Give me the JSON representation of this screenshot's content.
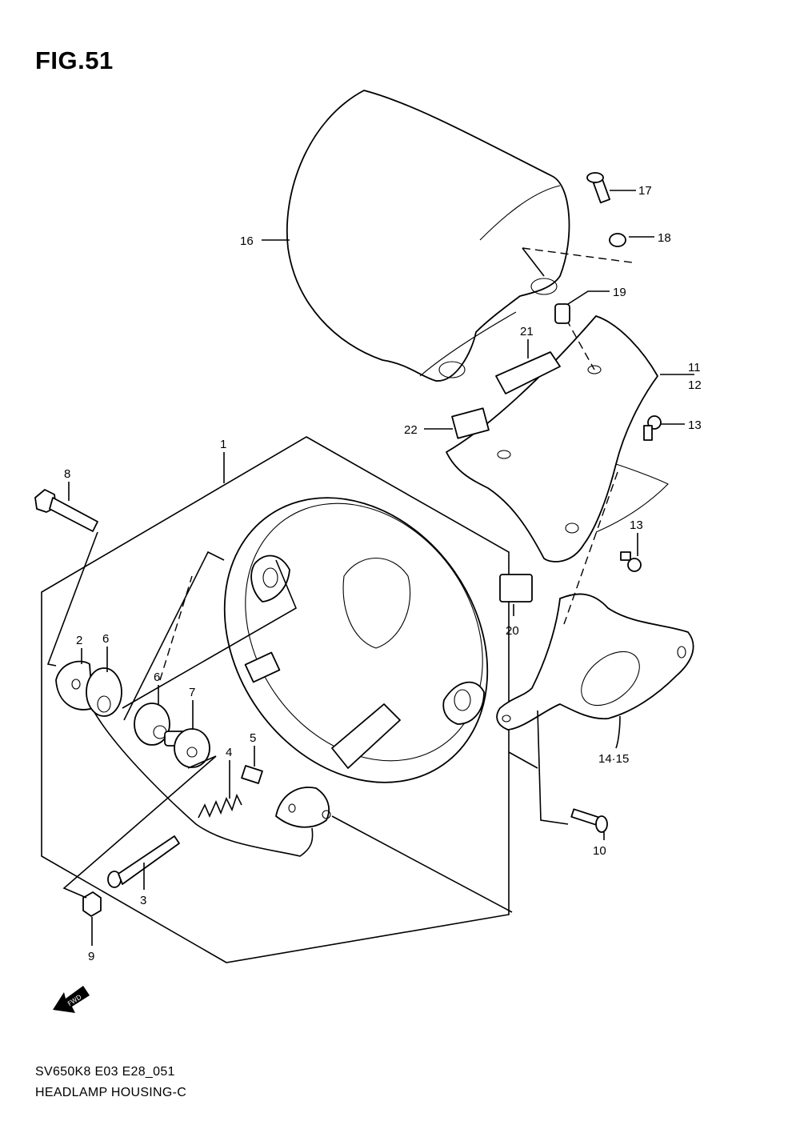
{
  "figure": {
    "title": "FIG.51"
  },
  "footer": {
    "model_code": "SV650K8 E03 E28_051",
    "description": "HEADLAMP HOUSING-C"
  },
  "fwd_badge": {
    "label": "FWD"
  },
  "callouts": {
    "c1": "1",
    "c2": "2",
    "c3": "3",
    "c4": "4",
    "c5": "5",
    "c6a": "6",
    "c6b": "6",
    "c7": "7",
    "c8": "8",
    "c9": "9",
    "c10": "10",
    "c11": "11",
    "c12": "12",
    "c13a": "13",
    "c13b": "13",
    "c14_15": "14·15",
    "c16": "16",
    "c17": "17",
    "c18": "18",
    "c19": "19",
    "c20": "20",
    "c21": "21",
    "c22": "22"
  }
}
